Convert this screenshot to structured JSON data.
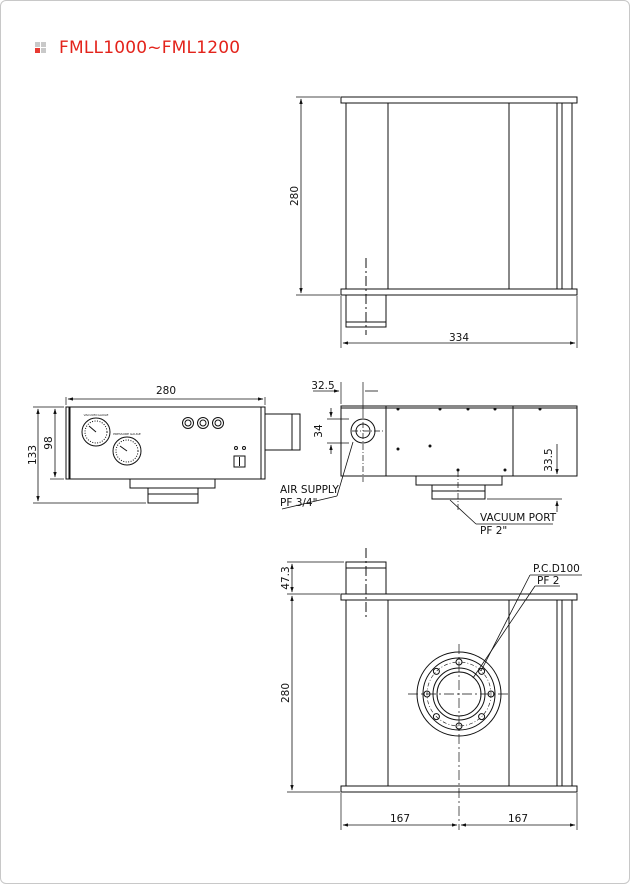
{
  "title": "FMLL1000~FML1200",
  "colors": {
    "title": "#e3231b",
    "line": "#111111",
    "bullet_accent": "#e83a32",
    "bullet_grey": "#c9c9c9"
  },
  "top_view": {
    "dim_height": "280",
    "dim_width": "334"
  },
  "front_view": {
    "dim_width": "280",
    "dim_height_outer": "133",
    "dim_height_inner": "98",
    "gauge_left_label": "VACUUM GAUGE",
    "gauge_right_label": "PRESSURE GAUGE"
  },
  "side_view": {
    "dim_offset": "32.5",
    "dim_port": "34",
    "dim_base": "33.5",
    "air_supply_label": "AIR SUPPLY",
    "air_supply_size": "PF 3/4\"",
    "vacuum_port_label": "VACUUM PORT",
    "vacuum_port_size": "PF 2\""
  },
  "bottom_view": {
    "dim_nozzle": "47.3",
    "dim_height": "280",
    "dim_left": "167",
    "dim_right": "167",
    "pcd_label": "P.C.D100",
    "pf_label": "PF 2"
  }
}
